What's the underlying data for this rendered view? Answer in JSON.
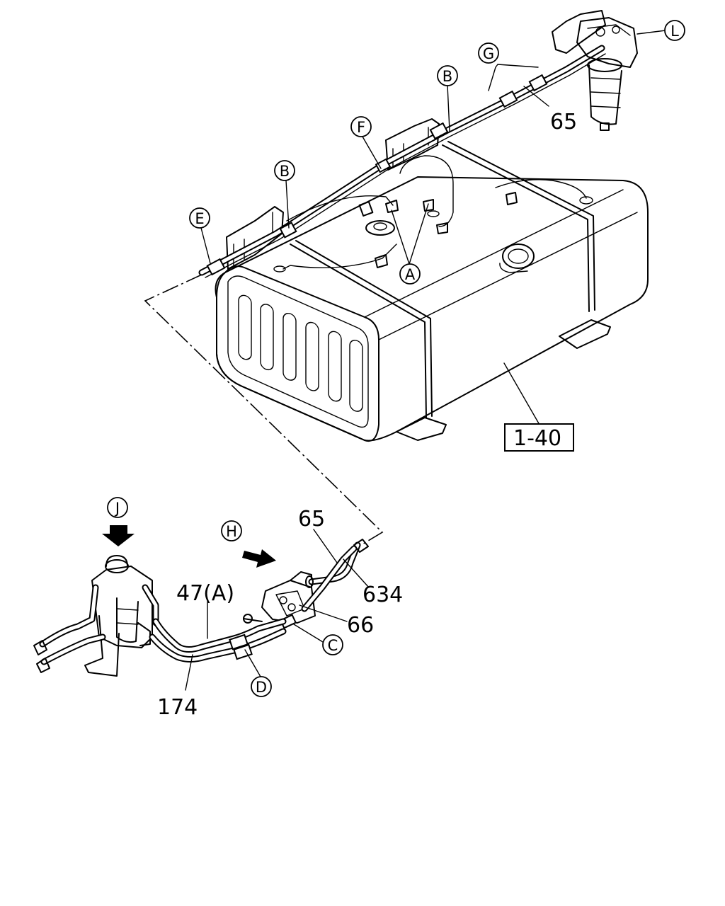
{
  "callouts": {
    "L": "L",
    "G": "G",
    "B_top": "B",
    "F": "F",
    "B_mid": "B",
    "E": "E",
    "A": "A",
    "J": "J",
    "H": "H",
    "C": "C",
    "D": "D"
  },
  "part_numbers": {
    "p65_top": "65",
    "p1_40": "1-40",
    "p65_bottom": "65",
    "p634": "634",
    "p66": "66",
    "p47A": "47(A)",
    "p174": "174"
  }
}
